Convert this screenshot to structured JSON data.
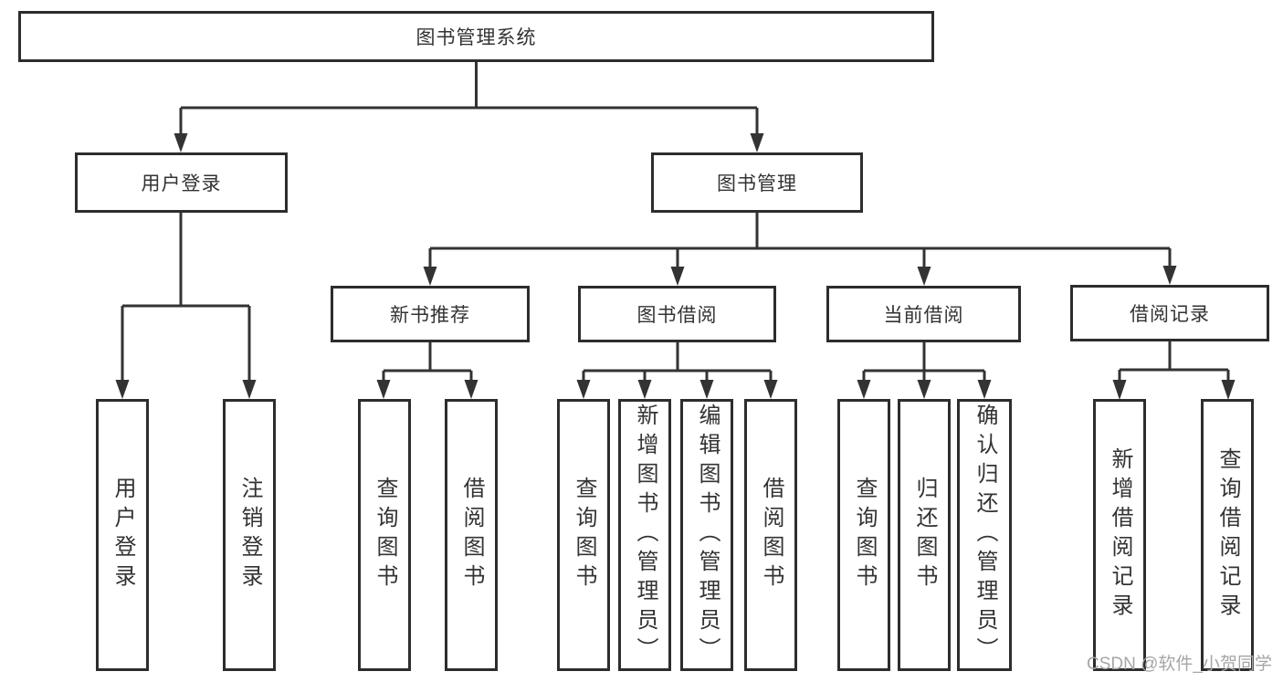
{
  "tree": {
    "label": "图书管理系统",
    "children": [
      {
        "label": "用户登录",
        "children": [
          {
            "label": "用户登录"
          },
          {
            "label": "注销登录"
          }
        ]
      },
      {
        "label": "图书管理",
        "children": [
          {
            "label": "新书推荐",
            "children": [
              {
                "label": "查询图书"
              },
              {
                "label": "借阅图书"
              }
            ]
          },
          {
            "label": "图书借阅",
            "children": [
              {
                "label": "查询图书"
              },
              {
                "label": "新增图书（管理员）"
              },
              {
                "label": "编辑图书（管理员）"
              },
              {
                "label": "借阅图书"
              }
            ]
          },
          {
            "label": "当前借阅",
            "children": [
              {
                "label": "查询图书"
              },
              {
                "label": "归还图书"
              },
              {
                "label": "确认归还（管理员）"
              }
            ]
          },
          {
            "label": "借阅记录",
            "children": [
              {
                "label": "新增借阅记录"
              },
              {
                "label": "查询借阅记录"
              }
            ]
          }
        ]
      }
    ]
  },
  "watermark": {
    "text": "CSDN @软件_小贺同学"
  },
  "colors": {
    "line": "#333333",
    "border": "#2d2d2d",
    "text": "#333333",
    "bg": "#ffffff",
    "watermark": "#a6a6a6"
  }
}
